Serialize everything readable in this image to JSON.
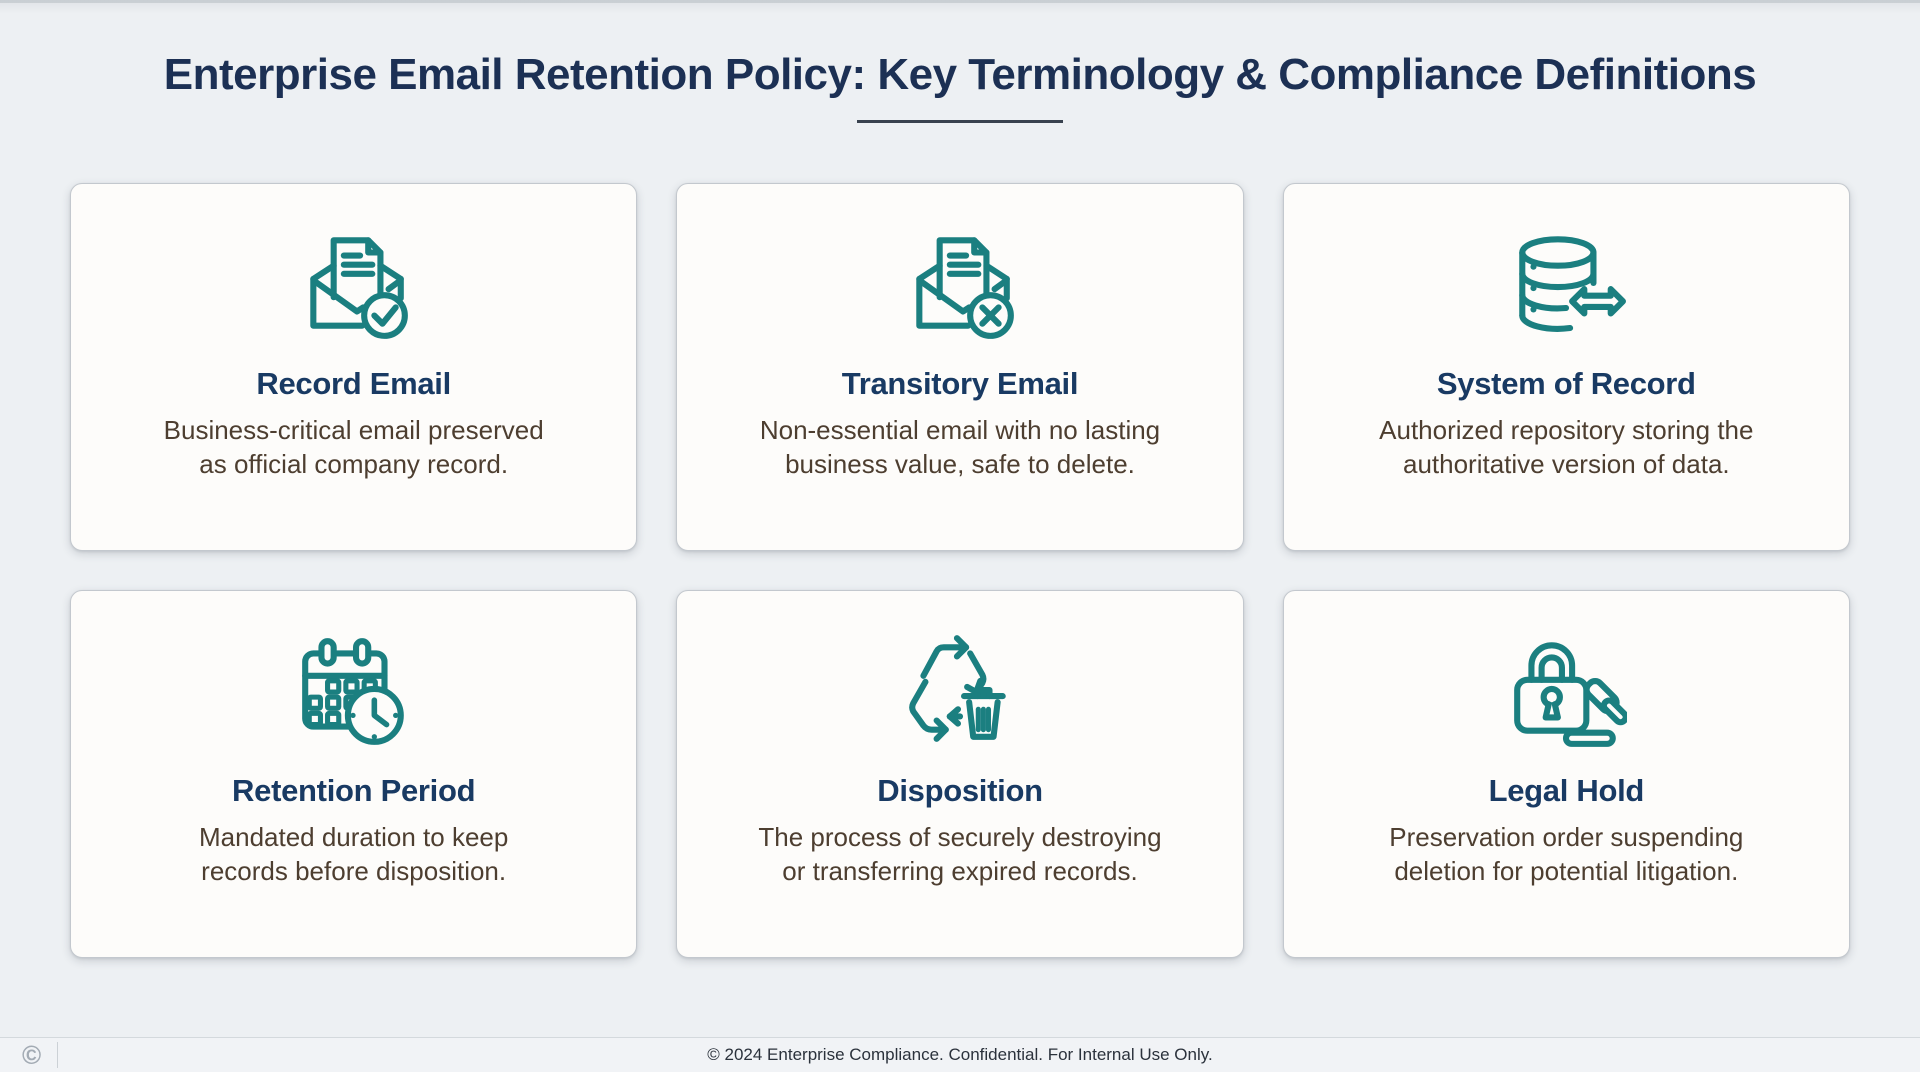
{
  "page": {
    "title": "Enterprise Email Retention Policy: Key Terminology & Compliance Definitions"
  },
  "cards": [
    {
      "icon": "mail-check-icon",
      "title": "Record Email",
      "description": "Business-critical email preserved\nas official company record."
    },
    {
      "icon": "mail-x-icon",
      "title": "Transitory Email",
      "description": "Non-essential email with no lasting\nbusiness value, safe to delete."
    },
    {
      "icon": "database-sync-icon",
      "title": "System of Record",
      "description": "Authorized repository storing the\nauthoritative version of data."
    },
    {
      "icon": "calendar-clock-icon",
      "title": "Retention Period",
      "description": "Mandated duration to keep\nrecords before disposition."
    },
    {
      "icon": "recycle-trash-icon",
      "title": "Disposition",
      "description": "The process of securely destroying\nor transferring expired records."
    },
    {
      "icon": "lock-gavel-icon",
      "title": "Legal Hold",
      "description": "Preservation order suspending\ndeletion for potential litigation."
    }
  ],
  "footer": {
    "logo_glyph": "©",
    "text": "© 2024 Enterprise Compliance. Confidential. For Internal Use Only."
  },
  "colors": {
    "accent_teal": "#1b7f80",
    "heading_navy": "#1c3054",
    "body_text": "#4d3e30",
    "card_background": "#fdfcfa",
    "page_background": "#edf0f3"
  }
}
